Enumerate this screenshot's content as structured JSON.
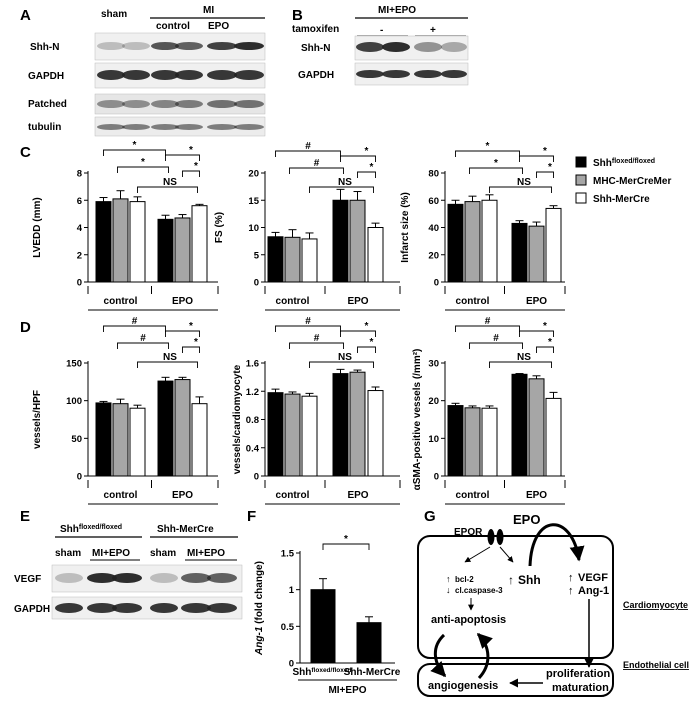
{
  "panels": {
    "A": {
      "letter": "A",
      "groups": [
        "sham",
        "MI",
        "control",
        "EPO"
      ],
      "rows": [
        "Shh-N",
        "GAPDH",
        "Patched",
        "tubulin"
      ]
    },
    "B": {
      "letter": "B",
      "header": "MI+EPO",
      "treatment_label": "tamoxifen",
      "treatment_minus": "-",
      "treatment_plus": "+",
      "rows": [
        "Shh-N",
        "GAPDH"
      ]
    },
    "C": {
      "letter": "C"
    },
    "D": {
      "letter": "D"
    },
    "E": {
      "letter": "E",
      "group1": "Shh",
      "group1_sup": "floxed/floxed",
      "group2": "Shh-MerCre",
      "lanes": [
        "sham",
        "MI+EPO",
        "sham",
        "MI+EPO"
      ],
      "rows": [
        "VEGF",
        "GAPDH"
      ]
    },
    "F": {
      "letter": "F"
    },
    "G": {
      "letter": "G",
      "epo": "EPO",
      "epor": "EPOR",
      "bcl2": "bcl-2",
      "caspase": "cl.caspase-3",
      "shh": "Shh",
      "vegf": "VEGF",
      "ang1": "Ang-1",
      "cardiomyocyte": "Cardiomyocyte",
      "anti_apoptosis": "anti-apoptosis",
      "angiogenesis": "angiogenesis",
      "proliferation": "proliferation",
      "maturation": "maturation",
      "endothelial": "Endothelial cell"
    }
  },
  "legend": {
    "items": [
      {
        "label": "Shh",
        "sup": "floxed/floxed",
        "color": "#000000"
      },
      {
        "label": "MHC-MerCreMer",
        "sup": "",
        "color": "#a6a6a6"
      },
      {
        "label": "Shh-MerCre",
        "sup": "",
        "color": "#ffffff"
      }
    ]
  },
  "chart_data": [
    {
      "id": "C1",
      "type": "bar",
      "ylabel": "LVEDD (mm)",
      "ylim": [
        0,
        8
      ],
      "yticks": [
        0,
        2,
        4,
        6,
        8
      ],
      "yticklabels": [
        "0",
        "2",
        "4",
        "6",
        "8"
      ],
      "groups": [
        "control",
        "EPO"
      ],
      "series": [
        {
          "name": "Shh floxed/floxed",
          "values": [
            5.9,
            4.6
          ],
          "errors": [
            0.3,
            0.3
          ]
        },
        {
          "name": "MHC-MerCreMer",
          "values": [
            6.1,
            4.7
          ],
          "errors": [
            0.6,
            0.25
          ]
        },
        {
          "name": "Shh-MerCre",
          "values": [
            5.9,
            5.6
          ],
          "errors": [
            0.35,
            0.1
          ]
        }
      ],
      "sig": {
        "top": "*",
        "upper_right": "*",
        "mid_left": "*",
        "mid_right": "*",
        "ns": "NS"
      }
    },
    {
      "id": "C2",
      "type": "bar",
      "ylabel": "FS (%)",
      "ylim": [
        0,
        20
      ],
      "yticks": [
        0,
        5,
        10,
        15,
        20
      ],
      "yticklabels": [
        "0",
        "5",
        "10",
        "15",
        "20"
      ],
      "groups": [
        "control",
        "EPO"
      ],
      "series": [
        {
          "name": "Shh floxed/floxed",
          "values": [
            8.3,
            15.0
          ],
          "errors": [
            0.8,
            2.0
          ]
        },
        {
          "name": "MHC-MerCreMer",
          "values": [
            8.2,
            15.0
          ],
          "errors": [
            1.4,
            1.6
          ]
        },
        {
          "name": "Shh-MerCre",
          "values": [
            7.9,
            10.0
          ],
          "errors": [
            1.1,
            0.8
          ]
        }
      ],
      "sig": {
        "top": "#",
        "upper_right": "*",
        "mid_left": "#",
        "mid_right": "*",
        "ns": "NS"
      }
    },
    {
      "id": "C3",
      "type": "bar",
      "ylabel": "Infarct size (%)",
      "ylim": [
        0,
        80
      ],
      "yticks": [
        0,
        20,
        40,
        60,
        80
      ],
      "yticklabels": [
        "0",
        "20",
        "40",
        "60",
        "80"
      ],
      "groups": [
        "control",
        "EPO"
      ],
      "series": [
        {
          "name": "Shh floxed/floxed",
          "values": [
            57,
            43
          ],
          "errors": [
            3,
            2
          ]
        },
        {
          "name": "MHC-MerCreMer",
          "values": [
            59,
            41
          ],
          "errors": [
            4,
            3
          ]
        },
        {
          "name": "Shh-MerCre",
          "values": [
            60,
            54
          ],
          "errors": [
            4,
            2
          ]
        }
      ],
      "sig": {
        "top": "*",
        "upper_right": "*",
        "mid_left": "*",
        "mid_right": "*",
        "ns": "NS"
      }
    },
    {
      "id": "D1",
      "type": "bar",
      "ylabel": "vessels/HPF",
      "ylim": [
        0,
        150
      ],
      "yticks": [
        0,
        50,
        100,
        150
      ],
      "yticklabels": [
        "0",
        "50",
        "100",
        "150"
      ],
      "groups": [
        "control",
        "EPO"
      ],
      "series": [
        {
          "name": "Shh floxed/floxed",
          "values": [
            97,
            126
          ],
          "errors": [
            2,
            5
          ]
        },
        {
          "name": "MHC-MerCreMer",
          "values": [
            96,
            128
          ],
          "errors": [
            6,
            3
          ]
        },
        {
          "name": "Shh-MerCre",
          "values": [
            90,
            96
          ],
          "errors": [
            4,
            9
          ]
        }
      ],
      "sig": {
        "top": "#",
        "upper_right": "*",
        "mid_left": "#",
        "mid_right": "*",
        "ns": "NS"
      }
    },
    {
      "id": "D2",
      "type": "bar",
      "ylabel": "vessels/cardiomyocyte",
      "ylim": [
        0,
        1.6
      ],
      "yticks": [
        0,
        0.4,
        0.8,
        1.2,
        1.6
      ],
      "yticklabels": [
        "0",
        "0.4",
        "0.8",
        "1.2",
        "1.6"
      ],
      "groups": [
        "control",
        "EPO"
      ],
      "series": [
        {
          "name": "Shh floxed/floxed",
          "values": [
            1.18,
            1.45
          ],
          "errors": [
            0.05,
            0.06
          ]
        },
        {
          "name": "MHC-MerCreMer",
          "values": [
            1.16,
            1.47
          ],
          "errors": [
            0.03,
            0.03
          ]
        },
        {
          "name": "Shh-MerCre",
          "values": [
            1.13,
            1.21
          ],
          "errors": [
            0.04,
            0.05
          ]
        }
      ],
      "sig": {
        "top": "#",
        "upper_right": "*",
        "mid_left": "#",
        "mid_right": "*",
        "ns": "NS"
      }
    },
    {
      "id": "D3",
      "type": "bar",
      "ylabel": "αSMA-positive vessels (/mm²)",
      "ylim": [
        0,
        30
      ],
      "yticks": [
        0,
        10,
        20,
        30
      ],
      "yticklabels": [
        "0",
        "10",
        "20",
        "30"
      ],
      "groups": [
        "control",
        "EPO"
      ],
      "series": [
        {
          "name": "Shh floxed/floxed",
          "values": [
            18.7,
            27.0
          ],
          "errors": [
            0.6,
            0.2
          ]
        },
        {
          "name": "MHC-MerCreMer",
          "values": [
            18.1,
            25.8
          ],
          "errors": [
            0.5,
            0.8
          ]
        },
        {
          "name": "Shh-MerCre",
          "values": [
            18.0,
            20.6
          ],
          "errors": [
            0.6,
            1.6
          ]
        }
      ],
      "sig": {
        "top": "#",
        "upper_right": "*",
        "mid_left": "#",
        "mid_right": "*",
        "ns": "NS"
      }
    },
    {
      "id": "F",
      "type": "bar",
      "ylabel": "Ang-1 (fold change)",
      "ylim": [
        0,
        1.5
      ],
      "yticks": [
        0,
        0.5,
        1,
        1.5
      ],
      "yticklabels": [
        "0",
        "0.5",
        "1",
        "1.5"
      ],
      "categories": [
        "Shh floxed/floxed",
        "Shh-MerCre"
      ],
      "xlabel": "MI+EPO",
      "values": [
        1.0,
        0.55
      ],
      "errors": [
        0.15,
        0.08
      ],
      "sig": "*"
    }
  ]
}
